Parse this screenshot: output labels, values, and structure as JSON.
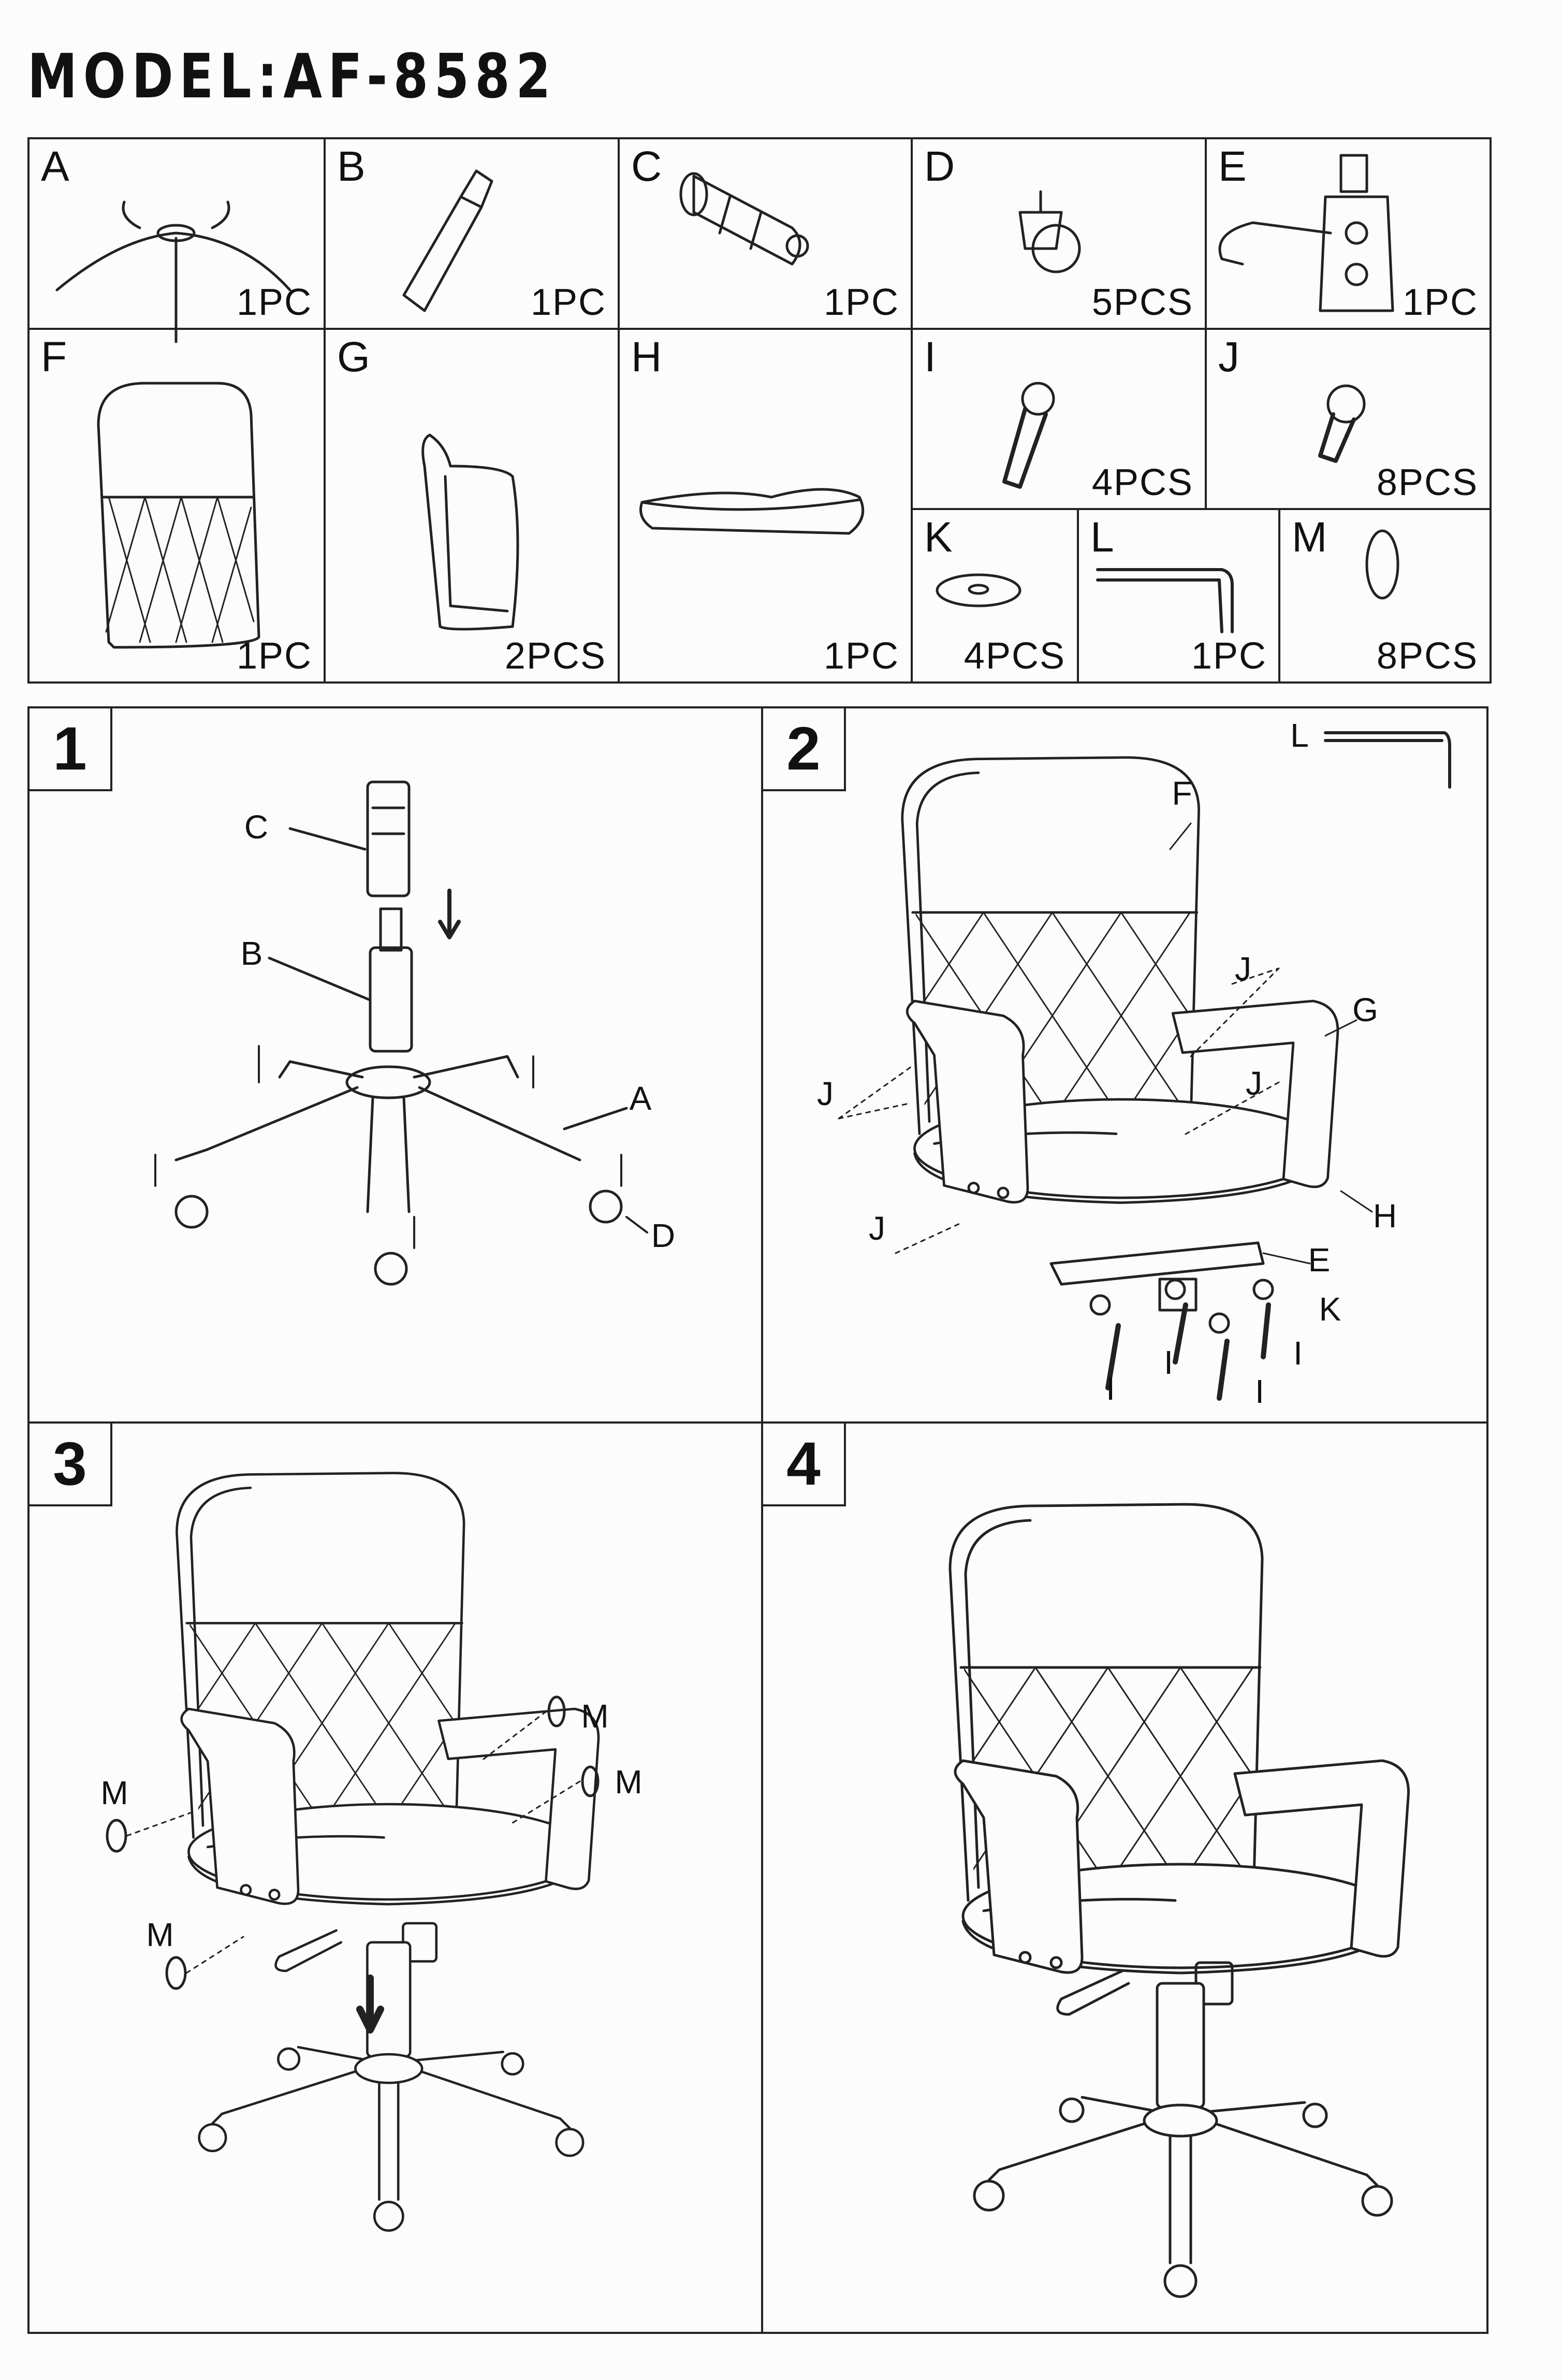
{
  "title": "MODEL:AF-8582",
  "parts": [
    {
      "letter": "A",
      "qty": "1PC"
    },
    {
      "letter": "B",
      "qty": "1PC"
    },
    {
      "letter": "C",
      "qty": "1PC"
    },
    {
      "letter": "D",
      "qty": "5PCS"
    },
    {
      "letter": "E",
      "qty": "1PC"
    },
    {
      "letter": "F",
      "qty": "1PC"
    },
    {
      "letter": "G",
      "qty": "2PCS"
    },
    {
      "letter": "H",
      "qty": "1PC"
    },
    {
      "letter": "I",
      "qty": "4PCS"
    },
    {
      "letter": "J",
      "qty": "8PCS"
    },
    {
      "letter": "K",
      "qty": "4PCS"
    },
    {
      "letter": "L",
      "qty": "1PC"
    },
    {
      "letter": "M",
      "qty": "8PCS"
    }
  ],
  "steps": [
    {
      "number": "1",
      "callouts": [
        "C",
        "B",
        "A",
        "D"
      ]
    },
    {
      "number": "2",
      "callouts": [
        "L",
        "F",
        "J",
        "G",
        "J",
        "J",
        "H",
        "J",
        "E",
        "K",
        "I",
        "I",
        "I",
        "I"
      ]
    },
    {
      "number": "3",
      "callouts": [
        "M",
        "M",
        "M",
        "M"
      ]
    },
    {
      "number": "4",
      "callouts": []
    }
  ]
}
